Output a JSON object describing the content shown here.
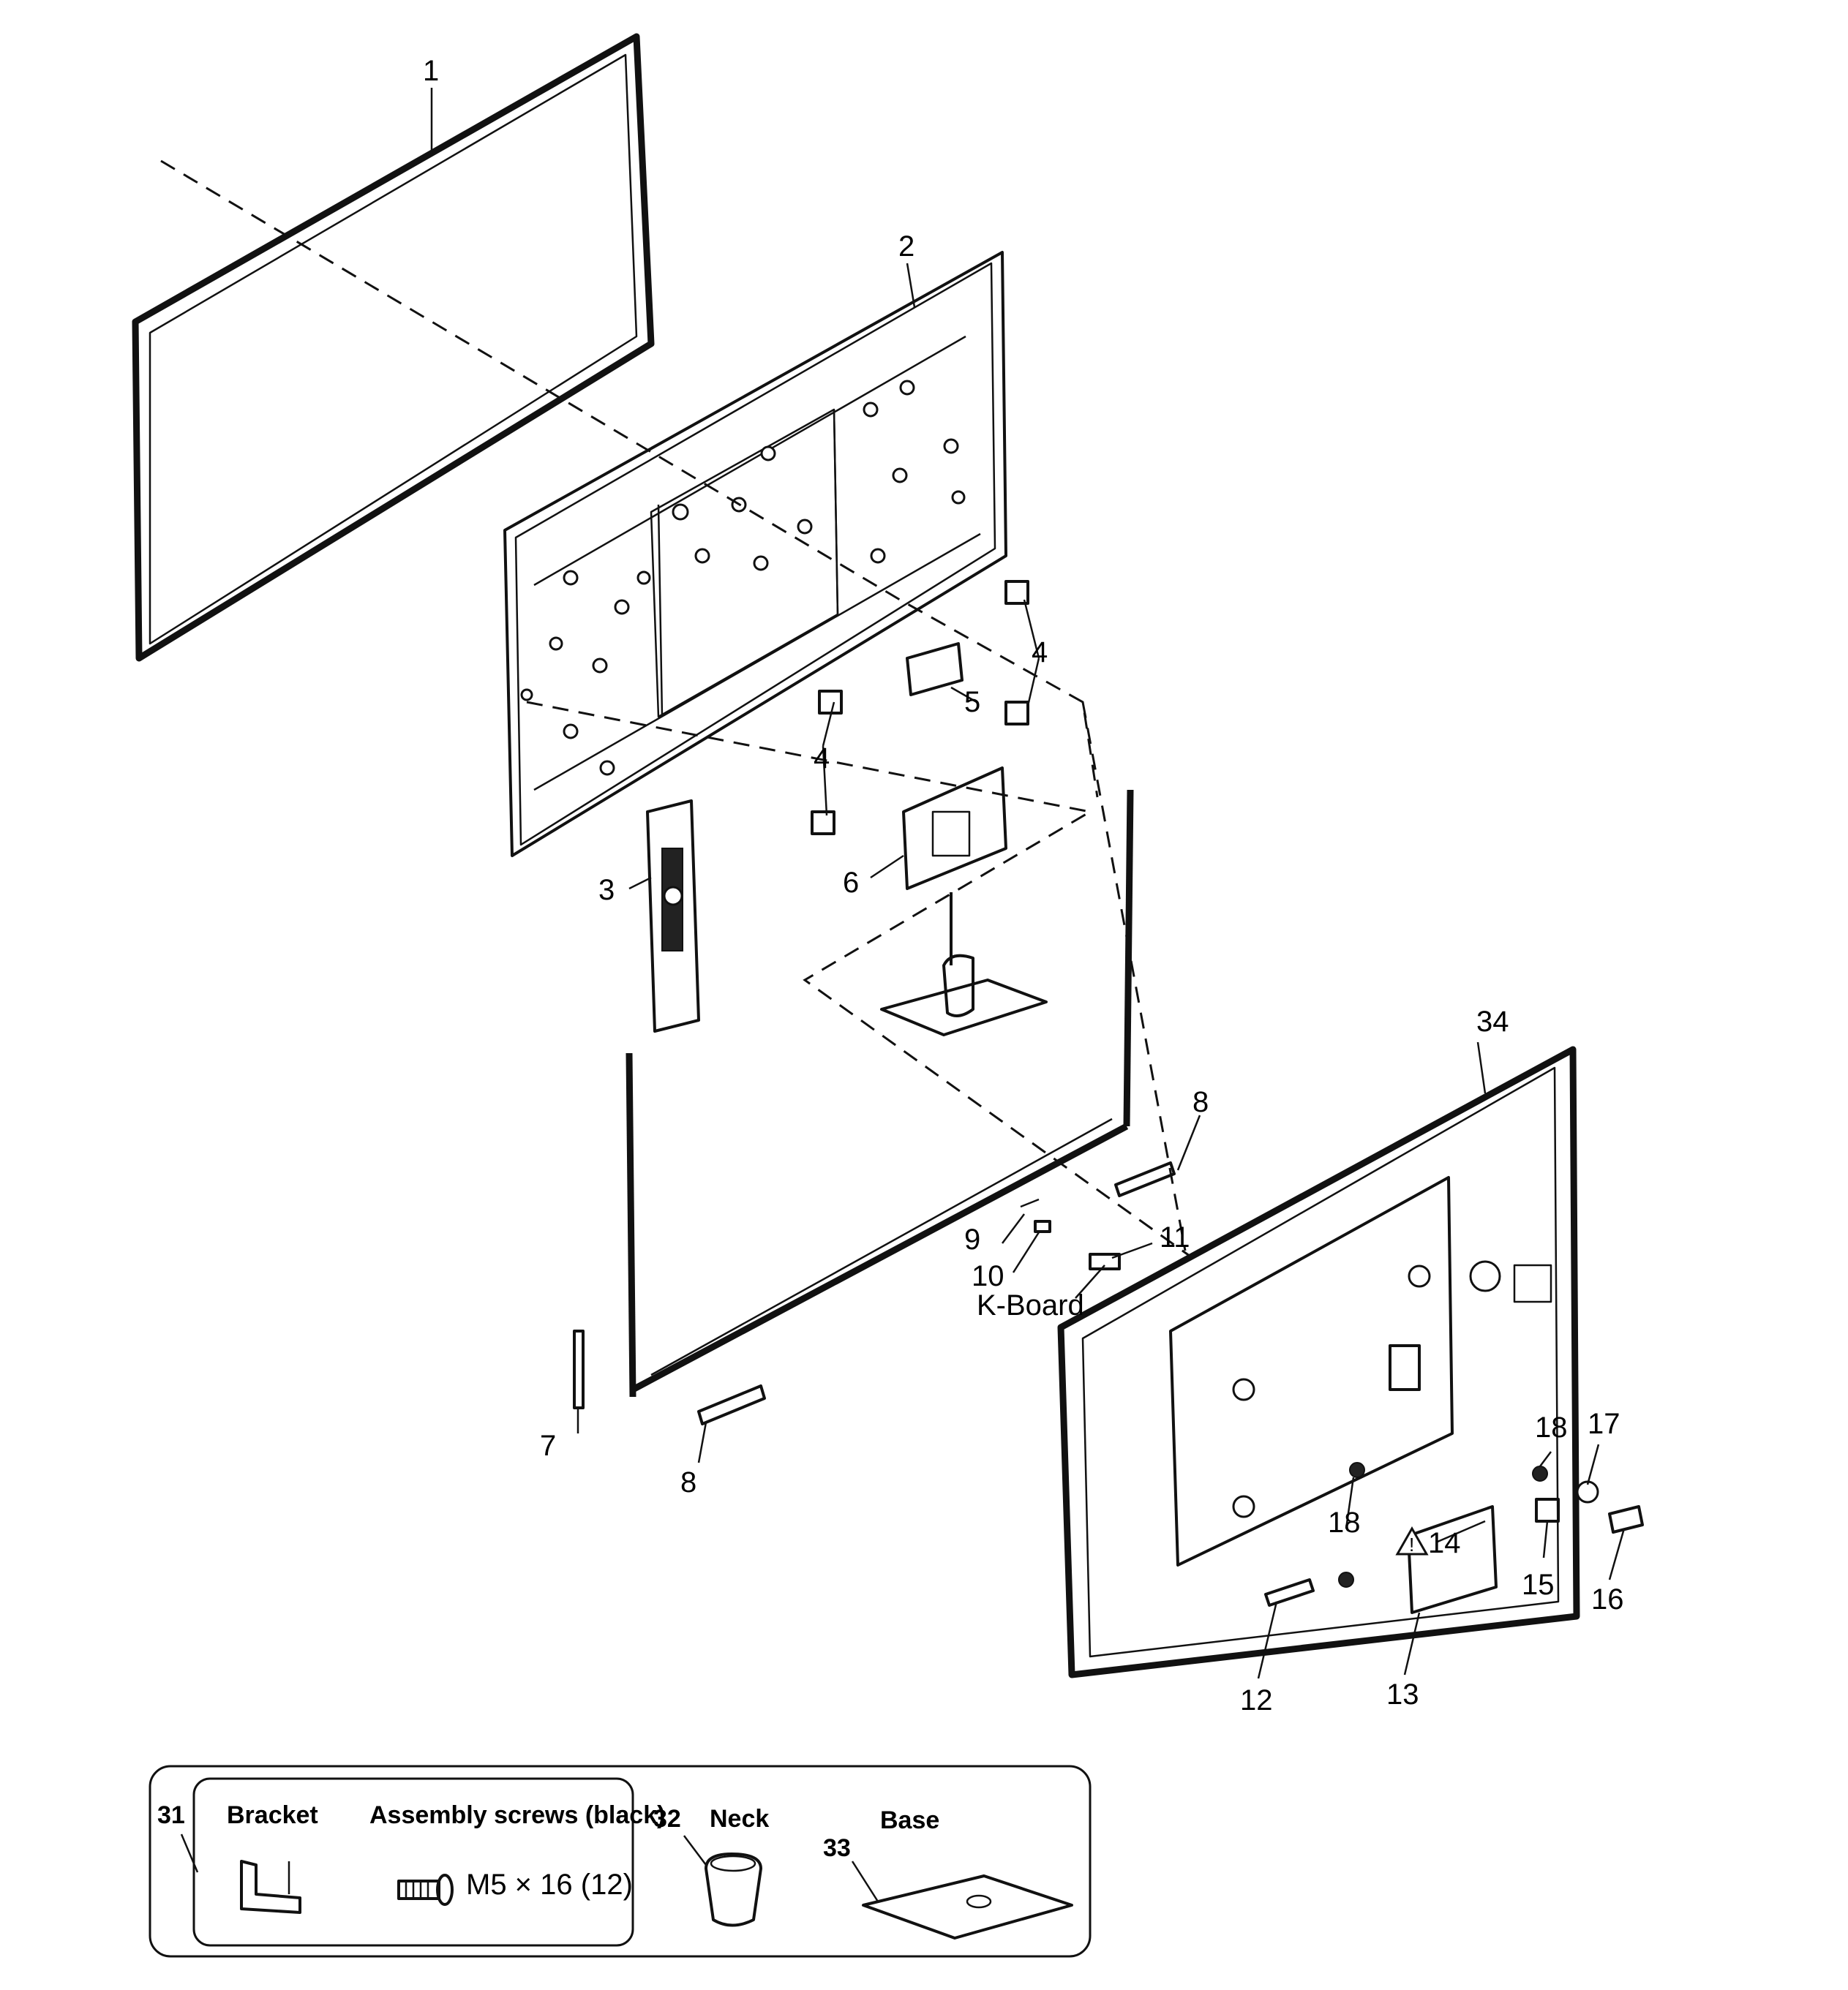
{
  "callouts": {
    "c1": "1",
    "c2": "2",
    "c3": "3",
    "c4a": "4",
    "c4b": "4",
    "c5": "5",
    "c6": "6",
    "c7": "7",
    "c8a": "8",
    "c8b": "8",
    "c9": "9",
    "c10": "10",
    "c11": "11",
    "c12": "12",
    "c13": "13",
    "c14": "14",
    "c15": "15",
    "c16": "16",
    "c17": "17",
    "c18a": "18",
    "c18b": "18",
    "c34": "34",
    "kboard": "K-Board"
  },
  "warning_symbol": "warning-triangle",
  "accessory_box": {
    "id": "31",
    "bracket_label": "Bracket",
    "screws_label": "Assembly screws (black)",
    "screws_spec": "M5 × 16 (12)",
    "neck_id": "32",
    "neck_label": "Neck",
    "base_id": "33",
    "base_label": "Base"
  }
}
